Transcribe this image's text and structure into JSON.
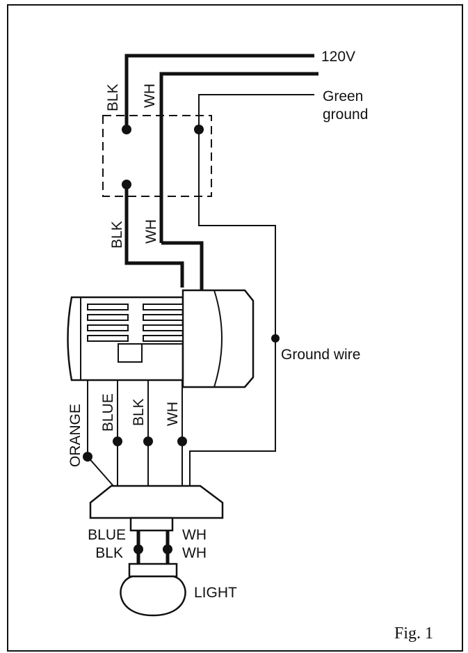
{
  "labels": {
    "supply_voltage": "120V",
    "green_ground_line1": "Green",
    "green_ground_line2": "ground",
    "ground_wire": "Ground wire",
    "black_top": "BLK",
    "white_top": "WH",
    "black_mid": "BLK",
    "white_mid": "WH",
    "orange": "ORANGE",
    "blue": "BLUE",
    "black_lower": "BLK",
    "white_lower": "WH",
    "light_blue": "BLUE",
    "light_black": "BLK",
    "light_white_1": "WH",
    "light_white_2": "WH",
    "light": "LIGHT",
    "figure": "Fig. 1"
  },
  "colors": {
    "line": "#111111",
    "background": "#ffffff"
  }
}
